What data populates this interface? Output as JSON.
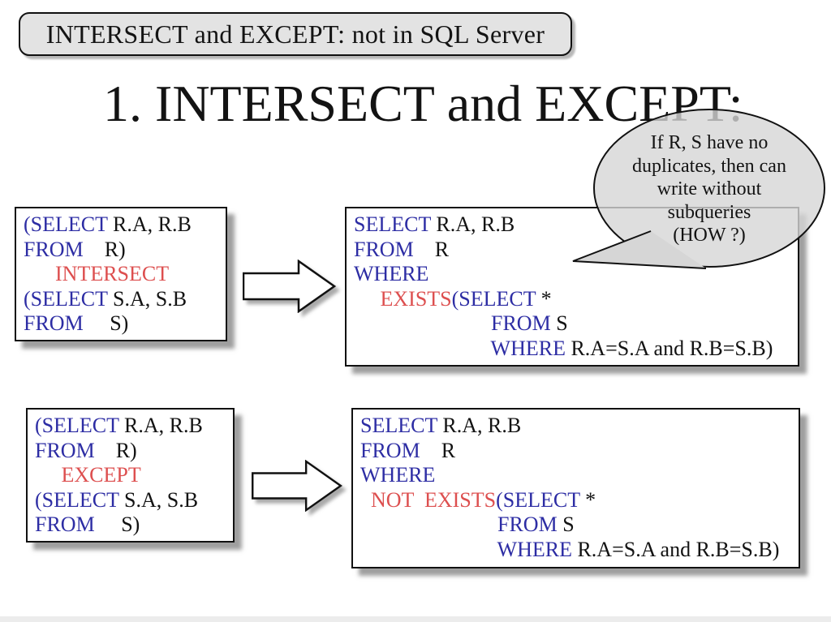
{
  "slide": {
    "header_box": {
      "label": "INTERSECT and EXCEPT: not in SQL Server"
    },
    "title": "1. INTERSECT and EXCEPT:",
    "callout": {
      "lines": [
        "If R, S have no",
        "duplicates, then can",
        "write without",
        "subqueries",
        "(HOW ?)"
      ]
    },
    "colors": {
      "keyword_blue": "#2d2da4",
      "operator_red": "#dd4f4f",
      "header_fill": "#e3e3e3",
      "callout_fill": "#d6d6d6",
      "box_fill": "#ffffff",
      "border_black": "#111111"
    },
    "code_boxes": {
      "intersect_query": {
        "lines": [
          [
            {
              "t": "(SELECT",
              "c": "kw"
            },
            {
              "t": " R.A, R.B",
              "c": "pl"
            }
          ],
          [
            {
              "t": "FROM",
              "c": "kw"
            },
            {
              "t": "    R)",
              "c": "pl"
            }
          ],
          [
            {
              "t": "      ",
              "c": "pl"
            },
            {
              "t": "INTERSECT",
              "c": "op"
            }
          ],
          [
            {
              "t": "(SELECT",
              "c": "kw"
            },
            {
              "t": " S.A, S.B",
              "c": "pl"
            }
          ],
          [
            {
              "t": "FROM",
              "c": "kw"
            },
            {
              "t": "     S)",
              "c": "pl"
            }
          ]
        ]
      },
      "exists_query": {
        "lines": [
          [
            {
              "t": "SELECT",
              "c": "kw"
            },
            {
              "t": " R.A, R.B",
              "c": "pl"
            }
          ],
          [
            {
              "t": "FROM",
              "c": "kw"
            },
            {
              "t": "    R",
              "c": "pl"
            }
          ],
          [
            {
              "t": "WHERE",
              "c": "kw"
            }
          ],
          [
            {
              "t": "     ",
              "c": "pl"
            },
            {
              "t": "EXISTS",
              "c": "op"
            },
            {
              "t": "(SELECT",
              "c": "kw"
            },
            {
              "t": " *",
              "c": "pl"
            }
          ],
          [
            {
              "t": "                          ",
              "c": "pl"
            },
            {
              "t": "FROM",
              "c": "kw"
            },
            {
              "t": " S",
              "c": "pl"
            }
          ],
          [
            {
              "t": "                          ",
              "c": "pl"
            },
            {
              "t": "WHERE",
              "c": "kw"
            },
            {
              "t": " R.A=S.A and R.B=S.B)",
              "c": "pl"
            }
          ]
        ]
      },
      "except_query": {
        "lines": [
          [
            {
              "t": "(SELECT",
              "c": "kw"
            },
            {
              "t": " R.A, R.B",
              "c": "pl"
            }
          ],
          [
            {
              "t": "FROM",
              "c": "kw"
            },
            {
              "t": "    R)",
              "c": "pl"
            }
          ],
          [
            {
              "t": "     ",
              "c": "pl"
            },
            {
              "t": "EXCEPT",
              "c": "op"
            }
          ],
          [
            {
              "t": "(SELECT",
              "c": "kw"
            },
            {
              "t": " S.A, S.B",
              "c": "pl"
            }
          ],
          [
            {
              "t": "FROM",
              "c": "kw"
            },
            {
              "t": "     S)",
              "c": "pl"
            }
          ]
        ]
      },
      "not_exists_query": {
        "lines": [
          [
            {
              "t": "SELECT",
              "c": "kw"
            },
            {
              "t": " R.A, R.B",
              "c": "pl"
            }
          ],
          [
            {
              "t": "FROM",
              "c": "kw"
            },
            {
              "t": "    R",
              "c": "pl"
            }
          ],
          [
            {
              "t": "WHERE",
              "c": "kw"
            }
          ],
          [
            {
              "t": "  ",
              "c": "pl"
            },
            {
              "t": "NOT  EXISTS",
              "c": "op"
            },
            {
              "t": "(SELECT",
              "c": "kw"
            },
            {
              "t": " *",
              "c": "pl"
            }
          ],
          [
            {
              "t": "                          ",
              "c": "pl"
            },
            {
              "t": "FROM",
              "c": "kw"
            },
            {
              "t": " S",
              "c": "pl"
            }
          ],
          [
            {
              "t": "                          ",
              "c": "pl"
            },
            {
              "t": "WHERE",
              "c": "kw"
            },
            {
              "t": " R.A=S.A and R.B=S.B)",
              "c": "pl"
            }
          ]
        ]
      }
    }
  }
}
